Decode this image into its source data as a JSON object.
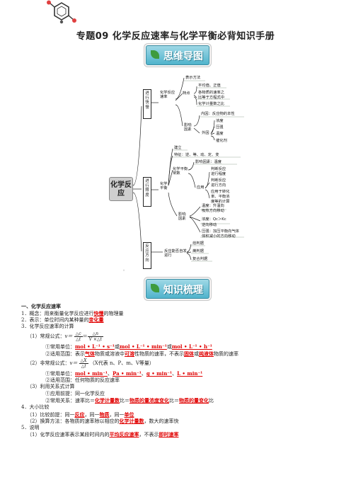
{
  "header": {
    "title": "专题09    化学反应速率与化学平衡必背知识手册"
  },
  "banners": {
    "mindmap": "思维导图",
    "knowledge": "知识梳理"
  },
  "mindmap": {
    "root": "化学反应",
    "rate_branch": "化学反应速率",
    "vbox_rate": "进行快慢",
    "vbox_eq": "进行限度",
    "vbox_dir": "反应方向",
    "rate_sub": "化学反应速率",
    "rate_express": "表示方法",
    "rate_features": "特点",
    "rate_f1": "平均值、正值",
    "rate_f2": "各物质的速率之",
    "rate_f3": "比等于方程式中",
    "rate_f4": "化学计量数之比",
    "factors": "影响因素",
    "internal": "内因：反应物的本性",
    "external": "外因",
    "ext1": "浓度",
    "ext2": "压强",
    "ext3": "温度",
    "ext4": "催化剂",
    "eq_branch": "化学平衡",
    "eq_establish": "建立",
    "eq_features": "特征：逆、等、动、定、变",
    "eq_constant": "化学平衡常数",
    "eq_const_factor": "影响因素：温度",
    "app": "应用",
    "app1": "判断反应",
    "app2": "进行程度",
    "app3": "判断反应",
    "app4": "进行方向",
    "app5": "应用于转化",
    "app6": "率、平衡浓",
    "app7": "度等的计算",
    "shift_factors": "影响因素",
    "s1": "温度：升温向",
    "s2": "吸热方向移动",
    "s3": "浓度：Qc＞Kc",
    "s4": "逆向移动",
    "s5": "压强：加压平衡向气体",
    "s6": "体积减小的方向移动",
    "dir_sub": "反应能否自发进行",
    "d1": "焓判据",
    "d2": "熵判据",
    "d3": "复合判据",
    "dot": "。"
  },
  "body": {
    "l1": "一、化学反应速率",
    "l2a": "1．概念：用来衡量化学反应进行",
    "l2r": "快慢",
    "l2b": "的物理量",
    "l3a": "2．表示：单位时间内某种量的",
    "l3r": "变化量",
    "l4": "3．化学反应速率的计算",
    "l5a": "（1）常规公式：",
    "l5v": "v＝",
    "f1n": "△c",
    "f1d": "△t",
    "l5eq": "＝",
    "f2n": "△n",
    "f2d": "V ×△t",
    "l6a": "①常用单位：",
    "l6r1": "mol • L⁻¹ • s⁻¹",
    "l6b": "或",
    "l6r2": "mol • L⁻¹ • min⁻¹",
    "l6c": "或",
    "l6r3": "mol • L⁻¹ • h⁻¹",
    "l7a": "②适用范围：表示",
    "l7r1": "气体",
    "l7b": "物质或溶液中",
    "l7r2": "可溶",
    "l7c": "性物质的速率，不表示",
    "l7r3": "固体",
    "l7d": "或",
    "l7r4": "纯液体",
    "l7e": "物质的速率",
    "l8a": "（2）非常规公式：",
    "l8v": "v＝",
    "f3n": "△X",
    "f3d": "△t",
    "l8b": "（X代表 n、P、m、V等量）",
    "l9a": "①常用单位：",
    "l9r1": "mol • min⁻¹",
    "l9s1": "、",
    "l9r2": "Pa • min⁻¹",
    "l9s2": "、",
    "l9r3": "g • min⁻¹",
    "l9s3": "、",
    "l9r4": "L • min⁻¹",
    "l10": "②适用范围：任何物质的反应速率",
    "l11": "（3）利用关系式计算",
    "l12": "①应用前提：同一化学反应",
    "l13a": "②常用关系：速率比＝",
    "l13r1": "化学计量数",
    "l13b": "比＝",
    "l13r2": "物质的量浓度变化",
    "l13c": "比＝",
    "l13r3": "物质的量变化",
    "l13d": "比",
    "l14": "4．大小比较",
    "l15a": "（1）比较前提：同一",
    "l15r1": "反应",
    "l15b": "，同一",
    "l15r2": "物质",
    "l15c": "，同一",
    "l15r3": "单位",
    "l16a": "（2）换算方法：各物质的速率除以相应的",
    "l16r": "化学计量数",
    "l16b": "，数大的速率快",
    "l17": "5．说明",
    "l18a": "（1）化学反应速率表示某段时间内的",
    "l18r1": "平均反应速率",
    "l18b": "，不表示",
    "l18r2": "即时速率"
  }
}
